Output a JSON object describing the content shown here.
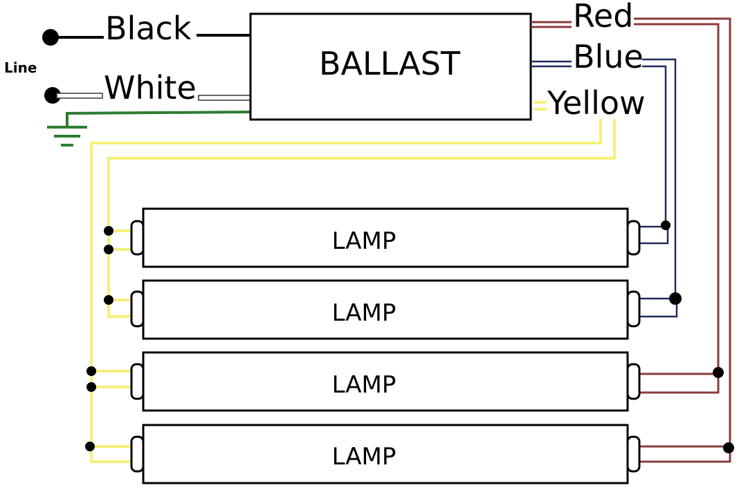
{
  "line_label": "Line",
  "black_label": "Black",
  "white_label": "White",
  "ballast_label": "BALLAST",
  "red_label": "Red",
  "blue_label": "Blue",
  "yellow_label": "Yellow",
  "lamps": [
    {
      "label": "LAMP"
    },
    {
      "label": "LAMP"
    },
    {
      "label": "LAMP"
    },
    {
      "label": "LAMP"
    }
  ],
  "colors": {
    "black_wire": "#000000",
    "ground_wire": "#2e7d32",
    "yellow_wire": "#f5f07a",
    "blue_wire": "#1f2a5a",
    "red_wire": "#8a3b3b",
    "white_wire_outline": "#333333"
  }
}
